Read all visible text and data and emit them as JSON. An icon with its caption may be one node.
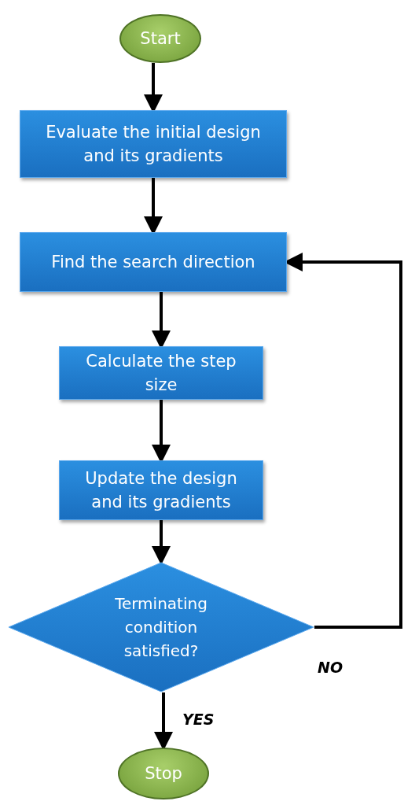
{
  "diagram": {
    "nodes": [
      {
        "text": [
          "Start"
        ]
      },
      {
        "text": [
          "Evaluate the initial design and its gradients"
        ]
      },
      {
        "text": [
          "Find the search direction"
        ]
      },
      {
        "text": [
          "Calculate the step size"
        ]
      },
      {
        "text": [
          "Update the design and its gradients"
        ]
      },
      {
        "text": [
          "Terminating condition satisfied?"
        ]
      },
      {
        "text": [
          "Stop"
        ]
      }
    ],
    "edges": [
      {
        "from": 0,
        "to": 1,
        "arrow": "to"
      },
      {
        "from": 1,
        "to": 2,
        "arrow": "to"
      },
      {
        "from": 2,
        "to": 3,
        "arrow": "to"
      },
      {
        "from": 3,
        "to": 4,
        "arrow": "to"
      },
      {
        "from": 4,
        "to": 5,
        "arrow": "to"
      },
      {
        "from": 5,
        "to": 6,
        "arrow": "to",
        "label": "YES"
      },
      {
        "from": 5,
        "to": 2,
        "arrow": "to",
        "label": "NO"
      }
    ]
  }
}
